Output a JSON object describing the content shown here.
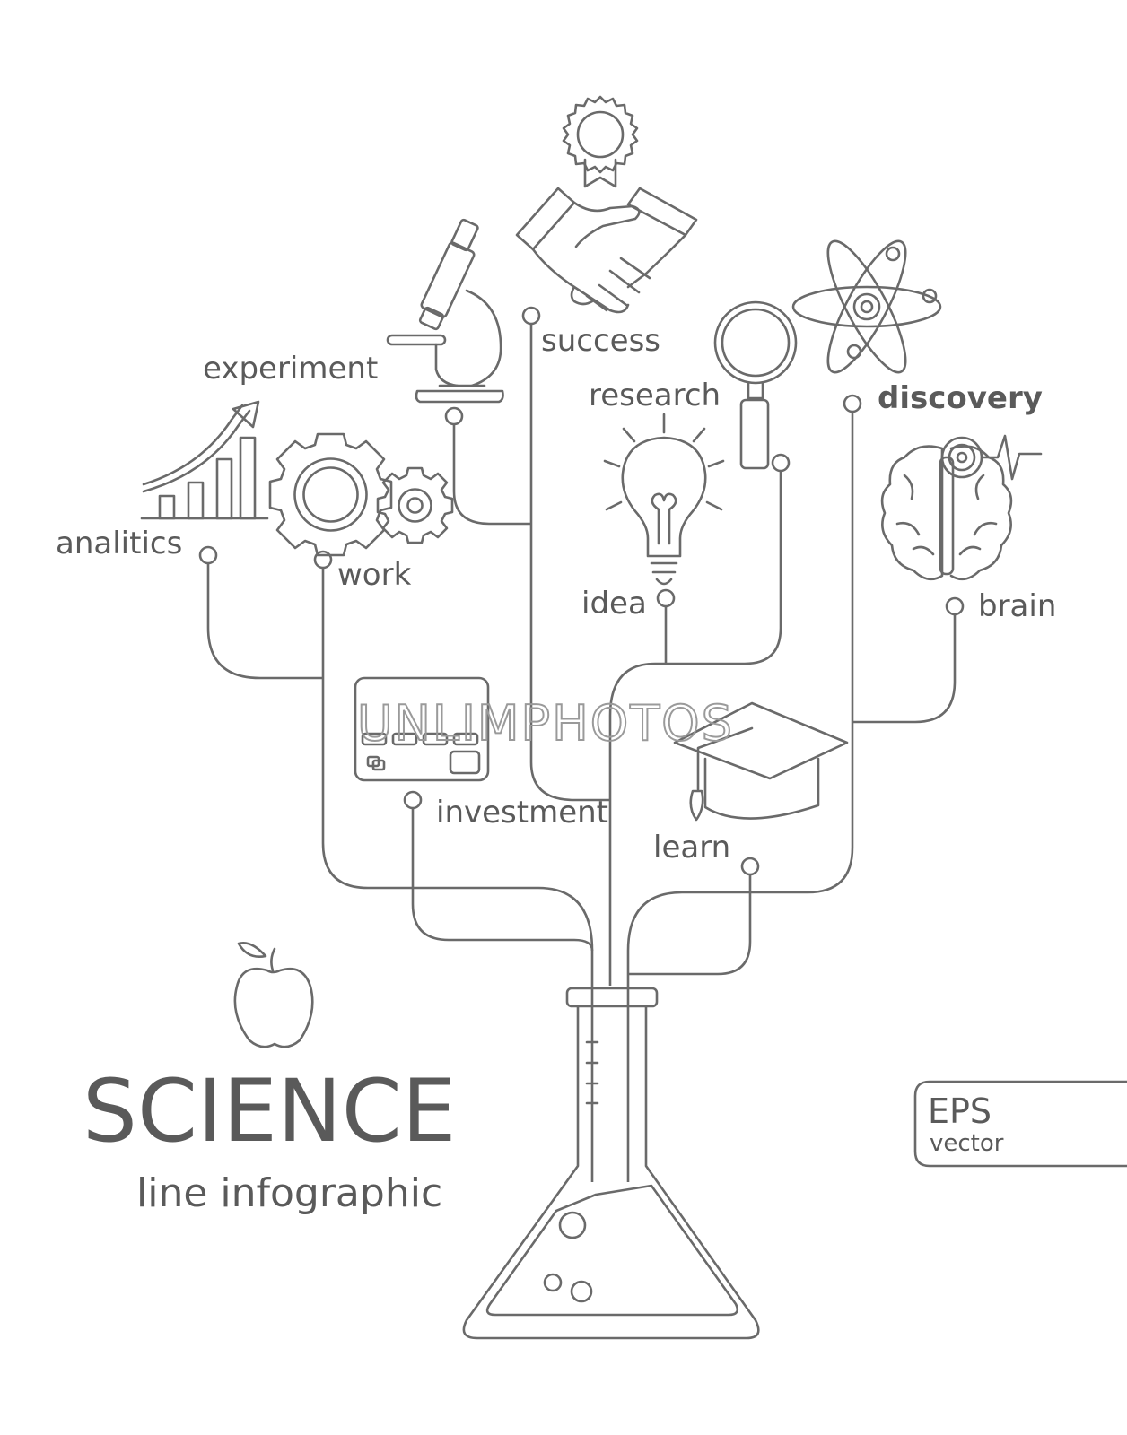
{
  "title": "SCIENCE",
  "subtitle": "line infographic",
  "badge": {
    "line1": "EPS",
    "line2": "vector"
  },
  "watermark": "UNLIMPHOTOS",
  "labels": {
    "experiment": "experiment",
    "success": "success",
    "research": "research",
    "discovery": "discovery",
    "analitics": "analitics",
    "work": "work",
    "idea": "idea",
    "brain": "brain",
    "investment": "investment",
    "learn": "learn"
  },
  "colors": {
    "line": "#6a6a6a",
    "text": "#5a5a5a",
    "background": "#ffffff"
  },
  "icons": [
    "award-medal-icon",
    "handshake-icon",
    "microscope-icon",
    "magnifier-icon",
    "atom-icon",
    "growth-chart-icon",
    "gears-icon",
    "lightbulb-icon",
    "brain-icon",
    "credit-card-icon",
    "graduation-cap-icon",
    "apple-icon",
    "flask-icon"
  ]
}
